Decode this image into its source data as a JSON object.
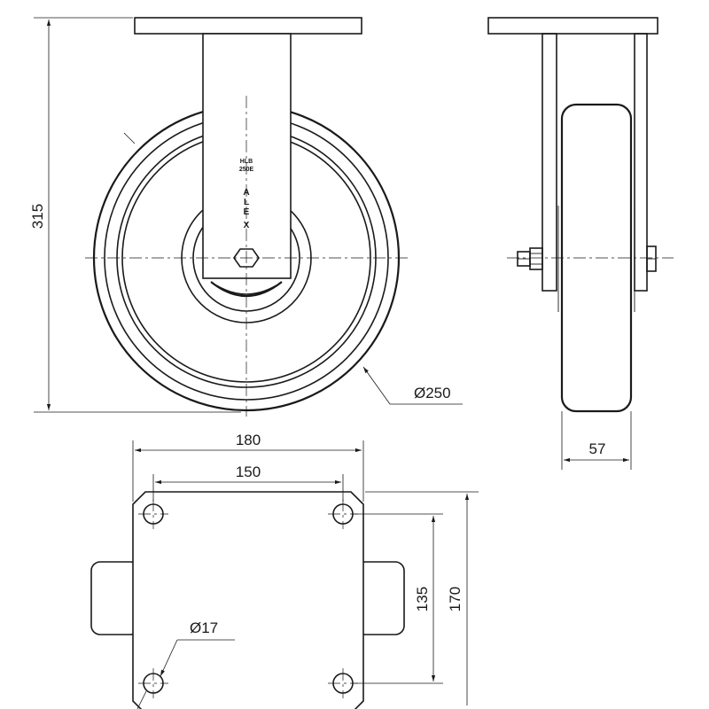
{
  "dimensions": {
    "height": "315",
    "wheel_diameter": "Ø250",
    "wheel_width": "57",
    "plate_width": "180",
    "bolt_spacing_x": "150",
    "bolt_spacing_y": "135",
    "plate_length": "170",
    "bolt_hole": "Ø17"
  },
  "marking": {
    "line1": "HLB",
    "line2": "250E",
    "brand": [
      "A",
      "L",
      "E",
      "X"
    ]
  },
  "colors": {
    "line": "#1a1a1a",
    "background": "#ffffff"
  }
}
